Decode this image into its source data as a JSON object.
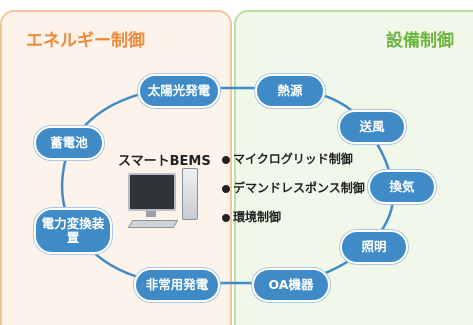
{
  "panels": {
    "energy_title": "エネルギー制御",
    "equipment_title": "設備制御"
  },
  "center": {
    "title": "スマートBEMS",
    "features": [
      "マイクログリッド制御",
      "デマンドレスポンス制御",
      "環境制御"
    ]
  },
  "nodes": {
    "solar": "太陽光発電",
    "heat_source": "熱源",
    "ventilation": "送風",
    "air_exchange": "換気",
    "lighting": "照明",
    "oa_equipment": "OA機器",
    "emergency_power": "非常用発電",
    "power_conversion": "電力変換装置",
    "storage_battery": "蓄電池"
  },
  "colors": {
    "node_fill": "#3f8bc7",
    "energy_accent": "#ee8a3c",
    "equipment_accent": "#6cb43f"
  }
}
